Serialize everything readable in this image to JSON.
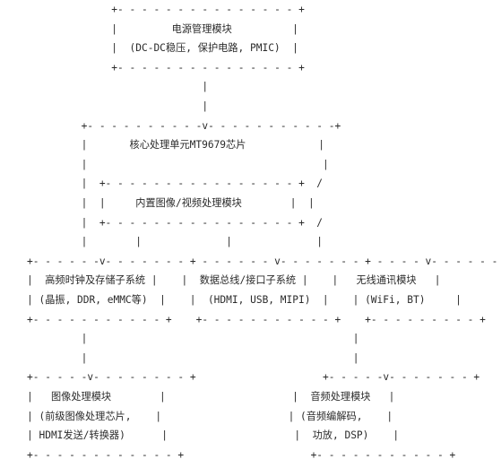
{
  "diagram": {
    "lines": [
      "              +- - - - - - - - - - - - - - - +",
      "              |         电源管理模块          |",
      "              |  (DC-DC稳压, 保护电路, PMIC)  |",
      "              +- - - - - - - - - - - - - - - +",
      "                             |",
      "                             |",
      "         +- - - - - - - - - -v- - - - - - - - - - -+",
      "         |       核心处理单元MT9679芯片            |",
      "         |                                       |",
      "         |  +- - - - - - - - - - - - - - - - +  /",
      "         |  |     内置图像/视频处理模块        |  |",
      "         |  +- - - - - - - - - - - - - - - - +  /",
      "         |        |              |              |",
      "+- - - - - -v- - - - - - - + - - - - - - v- - - - - - - + - - - - v- - - - - - - +",
      "|  高频时钟及存储子系统 |    |  数据总线/接口子系统 |    |   无线通讯模块   |",
      "| (晶振, DDR, eMMC等)  |    |  (HDMI, USB, MIPI)  |    | (WiFi, BT)     |",
      "+- - - - - - - - - - - +    +- - - - - - - - - - - +    +- - - - - - - - - +",
      "         |                                            |",
      "         |                                            |",
      "+- - - - -v- - - - - - - - +                     +- - - - -v- - - - - - - +",
      "|   图像处理模块        |                     |  音频处理模块   |",
      "| (前级图像处理芯片,    |                     | (音频编解码,    |",
      "| HDMI发送/转换器)      |                     |  功放, DSP)    |",
      "+- - - - - - - - - - - - +                     +- - - - - - - - - - - +"
    ]
  }
}
